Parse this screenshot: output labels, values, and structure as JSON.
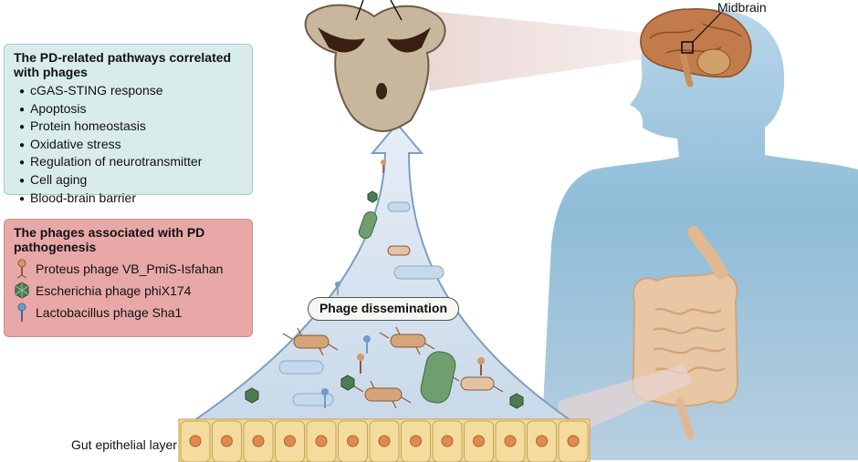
{
  "pathways_box": {
    "title": "The PD-related pathways correlated with phages",
    "items": [
      "cGAS-STING response",
      "Apoptosis",
      "Protein homeostasis",
      "Oxidative stress",
      "Regulation of neurotransmitter",
      "Cell aging",
      "Blood-brain barrier"
    ]
  },
  "phages_box": {
    "title": "The phages associated with PD pathogenesis",
    "items": [
      {
        "label": "Proteus phage VB_PmiS-Isfahan",
        "icon": "tailed-phage-icon"
      },
      {
        "label": "Escherichia phage phiX174",
        "icon": "icosahedral-phage-icon"
      },
      {
        "label": "Lactobacillus phage Sha1",
        "icon": "slender-phage-icon"
      }
    ]
  },
  "labels": {
    "midbrain": "Midbrain",
    "dissemination": "Phage dissemination",
    "gut_layer": "Gut epithelial layer"
  },
  "colors": {
    "pathways_bg": "#d9ecec",
    "phages_bg": "#e8a8a8",
    "body_silhouette": "#8fbcd8",
    "midbrain_tissue": "#c9b79d",
    "gut": "#e9c7a4",
    "arrow": "#8aa9c9",
    "epithelium": "#f2d89a"
  }
}
